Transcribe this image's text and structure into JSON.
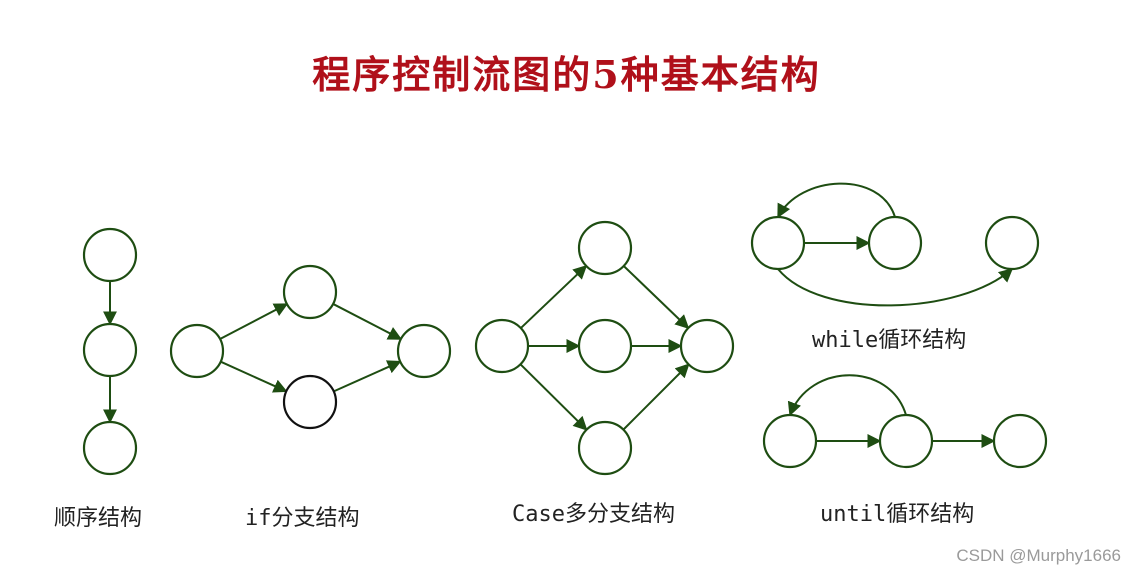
{
  "title": "程序控制流图的5种基本结构",
  "labels": {
    "sequence": "顺序结构",
    "if": "if分支结构",
    "case": "Case多分支结构",
    "while": "while循环结构",
    "until": "until循环结构"
  },
  "watermark": "CSDN @Murphy1666",
  "colors": {
    "title": "#b0101a",
    "edge": "#1e4d12",
    "node_border": "#1e4d12"
  }
}
